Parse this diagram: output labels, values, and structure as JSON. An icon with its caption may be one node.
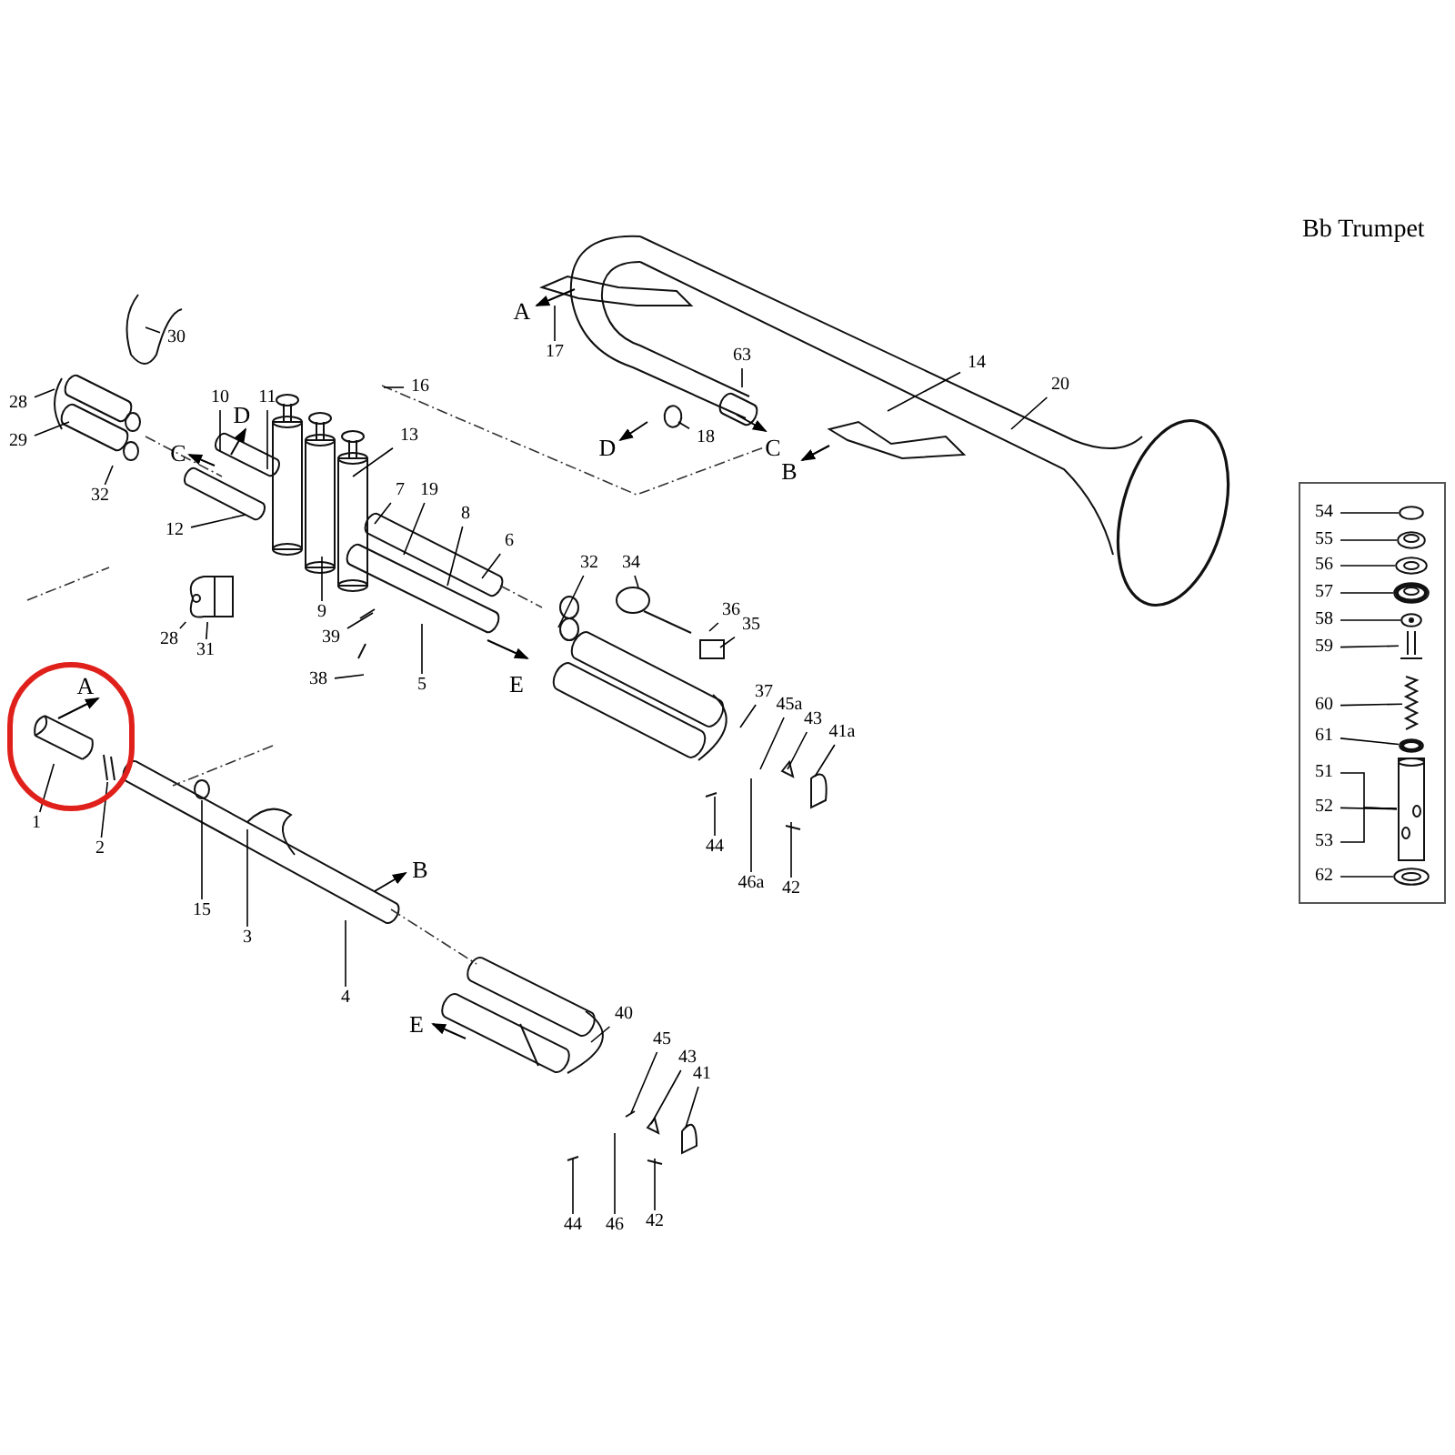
{
  "diagram": {
    "title": "Bb Trumpet",
    "nodes": [
      {
        "text": [
          "30"
        ]
      },
      {
        "text": [
          "28"
        ]
      },
      {
        "text": [
          "29"
        ]
      },
      {
        "text": [
          "32"
        ]
      },
      {
        "text": [
          "10"
        ]
      },
      {
        "text": [
          "11"
        ]
      },
      {
        "text": [
          "16"
        ]
      },
      {
        "text": [
          "13"
        ]
      },
      {
        "text": [
          "7"
        ]
      },
      {
        "text": [
          "19"
        ]
      },
      {
        "text": [
          "8"
        ]
      },
      {
        "text": [
          "6"
        ]
      },
      {
        "text": [
          "12"
        ]
      },
      {
        "text": [
          "9"
        ]
      },
      {
        "text": [
          "28"
        ]
      },
      {
        "text": [
          "31"
        ]
      },
      {
        "text": [
          "39"
        ]
      },
      {
        "text": [
          "38"
        ]
      },
      {
        "text": [
          "5"
        ]
      },
      {
        "text": [
          "17"
        ]
      },
      {
        "text": [
          "63"
        ]
      },
      {
        "text": [
          "18"
        ]
      },
      {
        "text": [
          "14"
        ]
      },
      {
        "text": [
          "20"
        ]
      },
      {
        "text": [
          "32"
        ]
      },
      {
        "text": [
          "34"
        ]
      },
      {
        "text": [
          "36"
        ]
      },
      {
        "text": [
          "35"
        ]
      },
      {
        "text": [
          "37"
        ]
      },
      {
        "text": [
          "45a"
        ]
      },
      {
        "text": [
          "43"
        ]
      },
      {
        "text": [
          "41a"
        ]
      },
      {
        "text": [
          "44"
        ]
      },
      {
        "text": [
          "46a"
        ]
      },
      {
        "text": [
          "42"
        ]
      },
      {
        "text": [],
        "shape": "picture"
      },
      {
        "text": [
          "1"
        ]
      },
      {
        "text": [
          "2"
        ]
      },
      {
        "text": [
          "15"
        ]
      },
      {
        "text": [
          "3"
        ]
      },
      {
        "text": [
          "4"
        ]
      },
      {
        "text": [
          "40"
        ]
      },
      {
        "text": [
          "45"
        ]
      },
      {
        "text": [
          "43"
        ]
      },
      {
        "text": [
          "41"
        ]
      },
      {
        "text": [
          "44"
        ]
      },
      {
        "text": [
          "46"
        ]
      },
      {
        "text": [
          "42"
        ]
      },
      {
        "text": [],
        "shape": "box"
      },
      {
        "text": [
          "54"
        ],
        "in": 48
      },
      {
        "text": [
          "55"
        ],
        "in": 48
      },
      {
        "text": [
          "56"
        ],
        "in": 48
      },
      {
        "text": [
          "57"
        ],
        "in": 48
      },
      {
        "text": [
          "58"
        ],
        "in": 48
      },
      {
        "text": [
          "59"
        ],
        "in": 48
      },
      {
        "text": [
          "60"
        ],
        "in": 48
      },
      {
        "text": [
          "61"
        ],
        "in": 48
      },
      {
        "text": [
          "51"
        ],
        "in": 48
      },
      {
        "text": [
          "52"
        ],
        "in": 48
      },
      {
        "text": [
          "53"
        ],
        "in": 48
      },
      {
        "text": [
          "62"
        ],
        "in": 48
      },
      {
        "text": [],
        "shape": "picture"
      },
      {
        "text": [],
        "shape": "circle",
        "in": 48
      },
      {
        "text": [],
        "shape": "circle",
        "in": 48
      },
      {
        "text": [],
        "shape": "circle",
        "in": 48
      },
      {
        "text": [],
        "shape": "circle",
        "in": 48
      },
      {
        "text": [],
        "shape": "circle",
        "in": 48
      },
      {
        "text": [],
        "shape": "picture",
        "in": 48
      },
      {
        "text": [],
        "shape": "picture",
        "in": 48
      },
      {
        "text": [],
        "shape": "circle",
        "in": 48
      },
      {
        "text": [],
        "shape": "cylinder",
        "in": 48
      },
      {
        "text": [],
        "shape": "circle",
        "in": 48
      },
      {
        "text": [],
        "shape": "picture"
      }
    ],
    "edges": [
      {
        "from": 0,
        "to": null,
        "arrow": "none"
      },
      {
        "from": 1,
        "to": null,
        "arrow": "none"
      },
      {
        "from": 2,
        "to": null,
        "arrow": "none"
      },
      {
        "from": 3,
        "to": null,
        "arrow": "none"
      },
      {
        "from": 4,
        "to": null,
        "arrow": "none"
      },
      {
        "from": 5,
        "to": null,
        "arrow": "none"
      },
      {
        "from": 6,
        "to": null,
        "arrow": "none"
      },
      {
        "from": 7,
        "to": null,
        "arrow": "none"
      },
      {
        "from": 8,
        "to": null,
        "arrow": "none"
      },
      {
        "from": 9,
        "to": null,
        "arrow": "none"
      },
      {
        "from": 10,
        "to": null,
        "arrow": "none"
      },
      {
        "from": 11,
        "to": null,
        "arrow": "none"
      },
      {
        "from": 12,
        "to": null,
        "arrow": "none"
      },
      {
        "from": 13,
        "to": null,
        "arrow": "none"
      },
      {
        "from": 14,
        "to": 72,
        "arrow": "none"
      },
      {
        "from": 15,
        "to": 72,
        "arrow": "none"
      },
      {
        "from": 16,
        "to": null,
        "arrow": "none"
      },
      {
        "from": 17,
        "to": null,
        "arrow": "none"
      },
      {
        "from": 18,
        "to": null,
        "arrow": "none"
      },
      {
        "from": 19,
        "to": null,
        "arrow": "none"
      },
      {
        "from": 20,
        "to": null,
        "arrow": "none"
      },
      {
        "from": 21,
        "to": null,
        "arrow": "none"
      },
      {
        "from": 22,
        "to": null,
        "arrow": "none"
      },
      {
        "from": 23,
        "to": null,
        "arrow": "none"
      },
      {
        "from": 24,
        "to": null,
        "arrow": "none"
      },
      {
        "from": 25,
        "to": null,
        "arrow": "none"
      },
      {
        "from": 26,
        "to": null,
        "arrow": "none"
      },
      {
        "from": 27,
        "to": null,
        "arrow": "none"
      },
      {
        "from": 28,
        "to": null,
        "arrow": "none"
      },
      {
        "from": 29,
        "to": null,
        "arrow": "none"
      },
      {
        "from": 30,
        "to": null,
        "arrow": "none"
      },
      {
        "from": 31,
        "to": null,
        "arrow": "none"
      },
      {
        "from": 32,
        "to": null,
        "arrow": "none"
      },
      {
        "from": 33,
        "to": null,
        "arrow": "none"
      },
      {
        "from": 34,
        "to": null,
        "arrow": "none"
      },
      {
        "from": 36,
        "to": 35,
        "arrow": "none"
      },
      {
        "from": 37,
        "to": 61,
        "arrow": "none"
      },
      {
        "from": 38,
        "to": null,
        "arrow": "none"
      },
      {
        "from": 39,
        "to": null,
        "arrow": "none"
      },
      {
        "from": 40,
        "to": null,
        "arrow": "none"
      },
      {
        "from": 41,
        "to": null,
        "arrow": "none"
      },
      {
        "from": 42,
        "to": null,
        "arrow": "none"
      },
      {
        "from": 43,
        "to": null,
        "arrow": "none"
      },
      {
        "from": 44,
        "to": null,
        "arrow": "none"
      },
      {
        "from": 45,
        "to": null,
        "arrow": "none"
      },
      {
        "from": 46,
        "to": null,
        "arrow": "none"
      },
      {
        "from": 47,
        "to": null,
        "arrow": "none"
      },
      {
        "from": 49,
        "to": 62,
        "arrow": "none"
      },
      {
        "from": 50,
        "to": 63,
        "arrow": "none"
      },
      {
        "from": 51,
        "to": 64,
        "arrow": "none"
      },
      {
        "from": 52,
        "to": 65,
        "arrow": "none"
      },
      {
        "from": 53,
        "to": 66,
        "arrow": "none"
      },
      {
        "from": 54,
        "to": 67,
        "arrow": "none"
      },
      {
        "from": 55,
        "to": 68,
        "arrow": "none"
      },
      {
        "from": 56,
        "to": 69,
        "arrow": "none"
      },
      {
        "from": 57,
        "to": 70,
        "arrow": "none"
      },
      {
        "from": 58,
        "to": 70,
        "arrow": "none"
      },
      {
        "from": 59,
        "to": 70,
        "arrow": "none"
      },
      {
        "from": 60,
        "to": 71,
        "arrow": "none"
      }
    ],
    "labels": [
      "A",
      "D",
      "C",
      "D",
      "C",
      "B",
      "E",
      "A",
      "B",
      "E"
    ]
  }
}
